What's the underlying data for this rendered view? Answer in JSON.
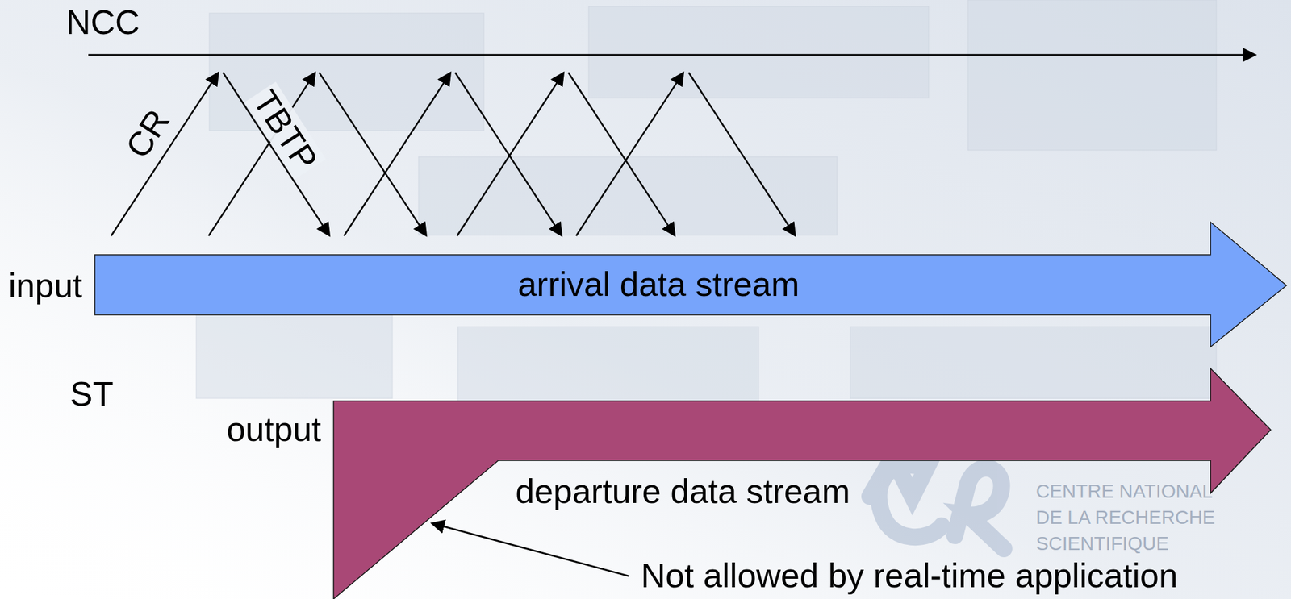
{
  "diagram": {
    "nodes": [
      {
        "text": [
          "arrival data stream"
        ]
      },
      {
        "text": [
          "departure data stream"
        ]
      }
    ],
    "labels": [
      "NCC",
      "CR",
      "TBTP",
      "input",
      "ST",
      "output",
      "Not allowed by real-time application",
      "CENTRE NATIONAL",
      "DE LA RECHERCHE",
      "SCIENTIFIQUE"
    ]
  }
}
